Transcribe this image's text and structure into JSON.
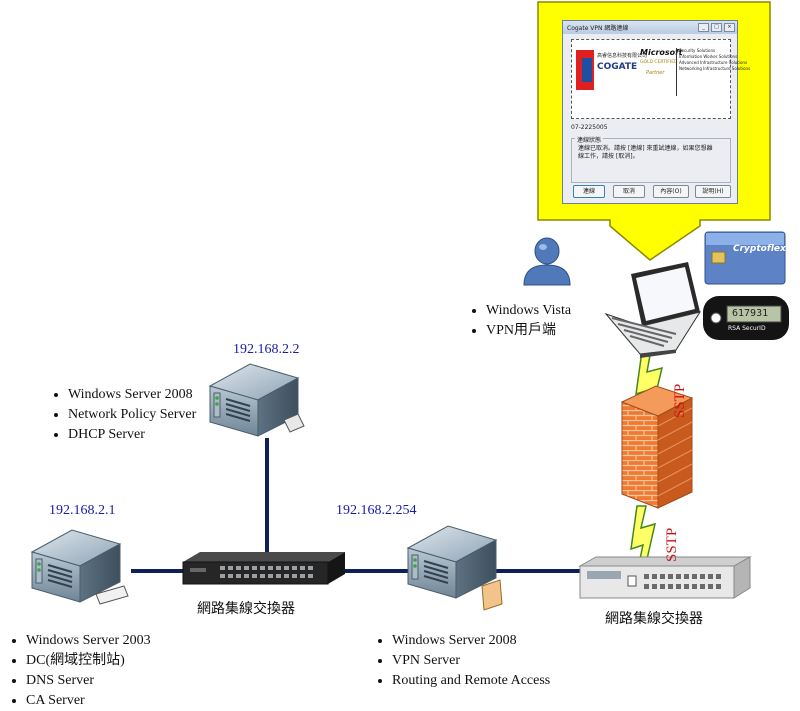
{
  "dialog": {
    "title": "Cogate VPN 網路連線",
    "window_controls": [
      "_",
      "□",
      "×"
    ],
    "banner": {
      "company_cn": "高睿信息科技有限公司",
      "company": "COGATE",
      "partner_brand": "Microsoft",
      "partner_level": "GOLD CERTIFIED",
      "partner_word": "Partner",
      "competencies": [
        "Security Solutions",
        "Information Worker Solutions",
        "Advanced Infrastructure Solutions",
        "Networking Infrastructure Solutions"
      ]
    },
    "phone": "07-2225005",
    "status_label": "連線狀態",
    "status_text": "連線已取消。請按 [連線] 來重試連線，如果您想離線工作，請按 [取消]。",
    "buttons": [
      "連線",
      "取消",
      "內容(O)",
      "說明(H)"
    ]
  },
  "client": {
    "bullets": [
      "Windows Vista",
      "VPN用戶端"
    ]
  },
  "token": {
    "card_brand": "Cryptoflex",
    "fob_display": "617931",
    "fob_brand": "RSA SecurID"
  },
  "server_top": {
    "ip": "192.168.2.2",
    "bullets": [
      "Windows Server 2008",
      "Network Policy Server",
      "DHCP Server"
    ]
  },
  "server_left": {
    "ip": "192.168.2.1",
    "bullets": [
      "Windows Server 2003",
      "DC(網域控制站)",
      "DNS Server",
      "CA Server"
    ]
  },
  "server_vpn": {
    "ip": "192.168.2.254",
    "bullets": [
      "Windows Server 2008",
      "VPN Server",
      "Routing and Remote Access"
    ]
  },
  "switch_center": {
    "label": "網路集線交換器"
  },
  "switch_right": {
    "label": "網路集線交換器"
  },
  "links": {
    "sstp_upper": "SSTP",
    "sstp_lower": "SSTP"
  },
  "colors": {
    "highlight_yellow": "#ffff00",
    "link_navy": "#0f1f5a",
    "ip_blue": "#1a1aa8",
    "sstp_red": "#cc1111"
  }
}
